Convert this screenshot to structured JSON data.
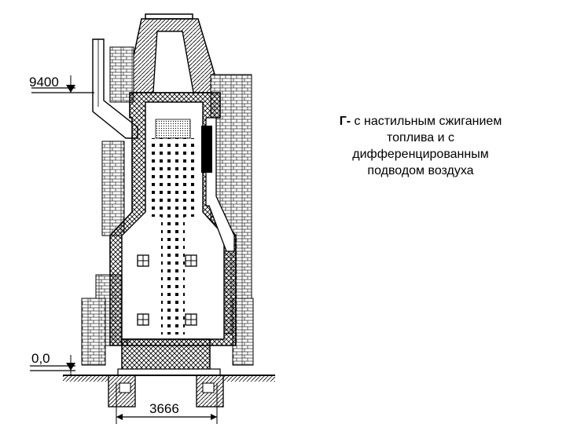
{
  "caption": {
    "prefix": "Г-",
    "line1": " с настильным сжиганием",
    "line2": "топлива и с",
    "line3": "дифференцированным",
    "line4": "подводом воздуха"
  },
  "dimensions": {
    "top_level": "9400",
    "ground_level": "0,0",
    "base_width": "3666"
  }
}
